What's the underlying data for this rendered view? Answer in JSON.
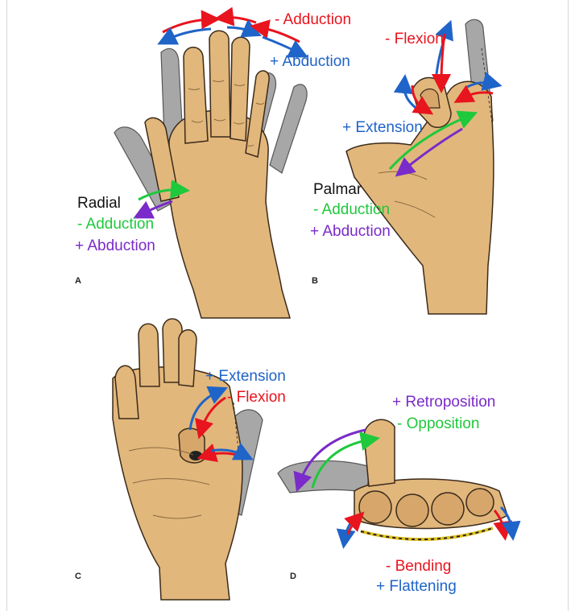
{
  "colors": {
    "red": "#e8141e",
    "blue": "#1f64c8",
    "green": "#1ec93c",
    "purple": "#7a2bc9",
    "skin": "#e2b77c",
    "skin_shadow": "#c8955a",
    "grey": "#a7a7a7",
    "outline": "#3a2a1a"
  },
  "panel_a": {
    "letter": "A",
    "adduction_label": "- Adduction",
    "abduction_label": "+ Abduction",
    "radial_label": "Radial",
    "radial_adduction_label": "- Adduction",
    "radial_abduction_label": "+ Abduction"
  },
  "panel_b": {
    "letter": "B",
    "flexion_label": "- Flexion",
    "extension_label": "+ Extension",
    "palmar_label": "Palmar",
    "palmar_adduction_label": "- Adduction",
    "palmar_abduction_label": "+ Abduction"
  },
  "panel_c": {
    "letter": "C",
    "extension_label": "+ Extension",
    "flexion_label": "- Flexion"
  },
  "panel_d": {
    "letter": "D",
    "retroposition_label": "+ Retroposition",
    "opposition_label": "- Opposition",
    "bending_label": "- Bending",
    "flattening_label": "+ Flattening"
  }
}
